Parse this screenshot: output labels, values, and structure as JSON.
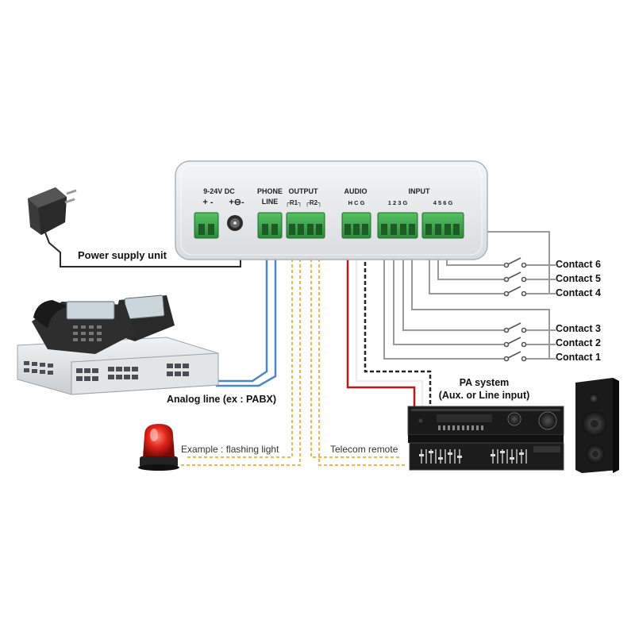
{
  "device": {
    "power_header": "9-24V DC",
    "power_polarity": "+  -",
    "jack_symbol": "+⊖-",
    "phone_header": "PHONE",
    "line_header": "LINE",
    "output_header": "OUTPUT",
    "relay1": "┌R1┐",
    "relay2": "┌R2┐",
    "audio_header": "AUDIO",
    "audio_pins": "H  C  G",
    "input_header": "INPUT",
    "input_pins_a": "1  2  3  G",
    "input_pins_b": "4  5  6  G"
  },
  "labels": {
    "power_supply": "Power supply unit",
    "analog_line": "Analog line (ex : PABX)",
    "flashing_light": "Example : flashing light",
    "telecom_remote": "Telecom remote",
    "pa_title": "PA system",
    "pa_subtitle": "(Aux. or Line input)"
  },
  "contacts": [
    "Contact 6",
    "Contact 5",
    "Contact 4",
    "Contact 3",
    "Contact 2",
    "Contact 1"
  ],
  "colors": {
    "terminal_green": "#3aa64a",
    "wire_gray": "#9a9a9a",
    "wire_blue": "#4a86c8",
    "wire_orange": "#f0b84a",
    "wire_red": "#c01818",
    "device_body": "#e6e8ea"
  },
  "icons": [
    "power-adapter-icon",
    "pabx-phone-icon",
    "flashing-light-icon",
    "pa-amplifier-icon",
    "speaker-icon"
  ]
}
